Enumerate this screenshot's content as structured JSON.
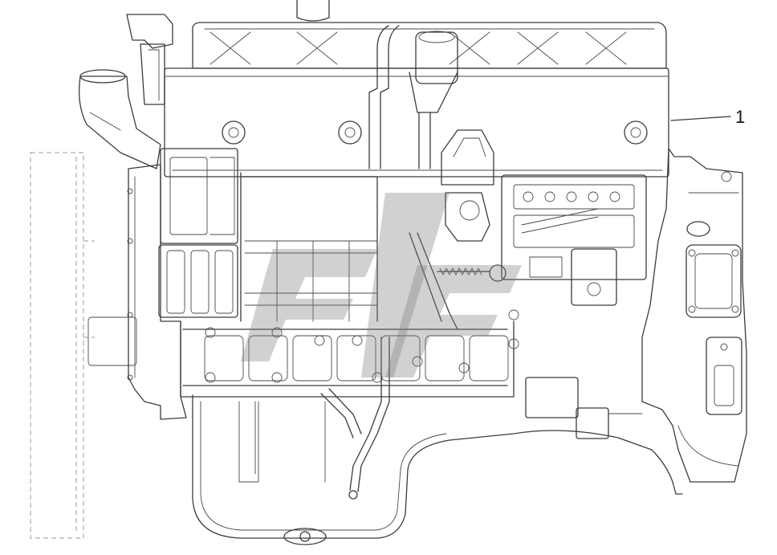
{
  "diagram": {
    "subject": "engine-assembly-line-drawing",
    "callouts": [
      {
        "id": "callout-1",
        "label": "1"
      }
    ],
    "colors": {
      "line": "#3b3b3b",
      "background": "#ffffff",
      "watermark": "#7a7a7a",
      "phantom": "#9a9a9a"
    }
  }
}
